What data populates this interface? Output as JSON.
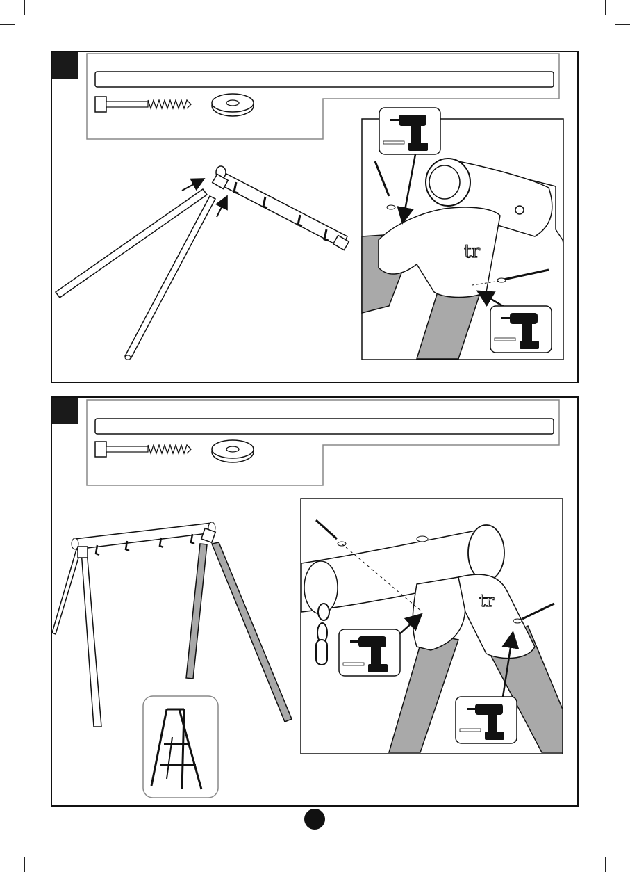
{
  "document": {
    "type": "assembly-instructions",
    "steps": [
      {
        "id": "step-1",
        "parts": [
          "lag-screw",
          "washer",
          "wooden-beam"
        ],
        "tools": [
          "drill-icon",
          "drill-icon"
        ]
      },
      {
        "id": "step-2",
        "parts": [
          "lag-screw",
          "washer",
          "wooden-beam"
        ],
        "tools": [
          "drill-icon",
          "drill-icon",
          "ladder-icon"
        ]
      }
    ],
    "colors": {
      "ink": "#111111",
      "leg_fill": "#a9a9a9",
      "paper": "#ffffff"
    }
  }
}
